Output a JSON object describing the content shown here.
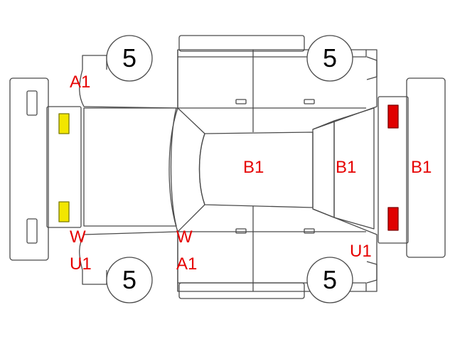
{
  "colors": {
    "outline": "#4a4a4a",
    "label": "#e60000",
    "front_lamp": "#f2e600",
    "rear_lamp": "#e00000"
  },
  "tires": [
    {
      "position": "front-left",
      "value": "5"
    },
    {
      "position": "rear-left",
      "value": "5"
    },
    {
      "position": "front-right",
      "value": "5"
    },
    {
      "position": "rear-right",
      "value": "5"
    }
  ],
  "labels": {
    "front_left_fender": "A1",
    "front_right_bumper_w": "W",
    "front_right_bumper_u1": "U1",
    "windshield_w": "W",
    "right_front_pillar_a1": "A1",
    "roof": "B1",
    "rear_window": "B1",
    "rear_bumper": "B1",
    "rear_right_quarter": "U1"
  }
}
